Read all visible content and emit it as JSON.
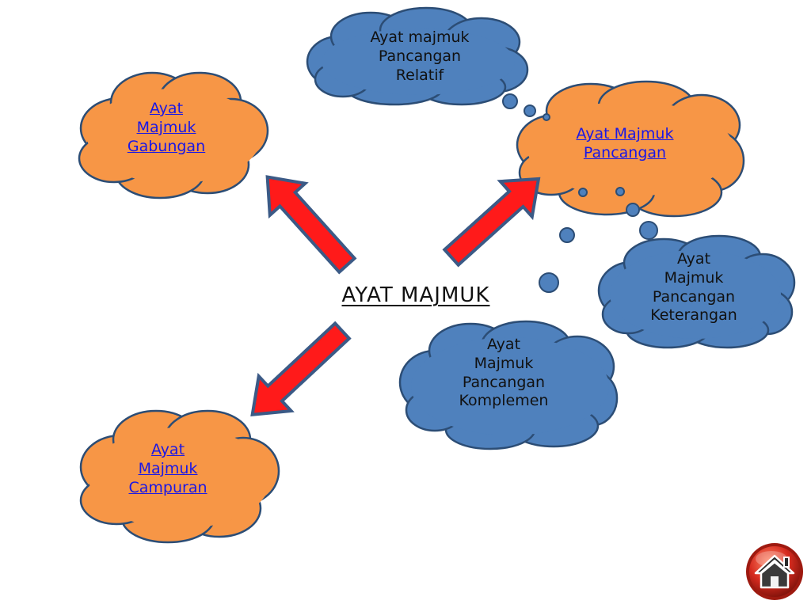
{
  "center": {
    "title": "AYAT MAJMUK"
  },
  "nodes": {
    "gabungan": {
      "lines": [
        "Ayat",
        "Majmuk",
        "Gabungan"
      ]
    },
    "campuran": {
      "lines": [
        "Ayat",
        "Majmuk",
        "Campuran"
      ]
    },
    "pancangan": {
      "lines": [
        "Ayat Majmuk",
        "Pancangan"
      ]
    },
    "relatif": {
      "lines": [
        "Ayat majmuk",
        "Pancangan",
        "Relatif"
      ]
    },
    "keterangan": {
      "lines": [
        "Ayat",
        "Majmuk",
        "Pancangan",
        "Keterangan"
      ]
    },
    "komplemen": {
      "lines": [
        "Ayat",
        "Majmuk",
        "Pancangan",
        "Komplemen"
      ]
    }
  },
  "colors": {
    "orange_cloud": "#f79646",
    "blue_cloud": "#4f81bd",
    "cloud_outline": "#2c4d75",
    "arrow_fill": "#ff1a1a",
    "arrow_outline": "#3b5a86",
    "link_text": "#1a17e6",
    "home_red": "#d62b1f"
  },
  "icons": {
    "home": "home-icon"
  }
}
